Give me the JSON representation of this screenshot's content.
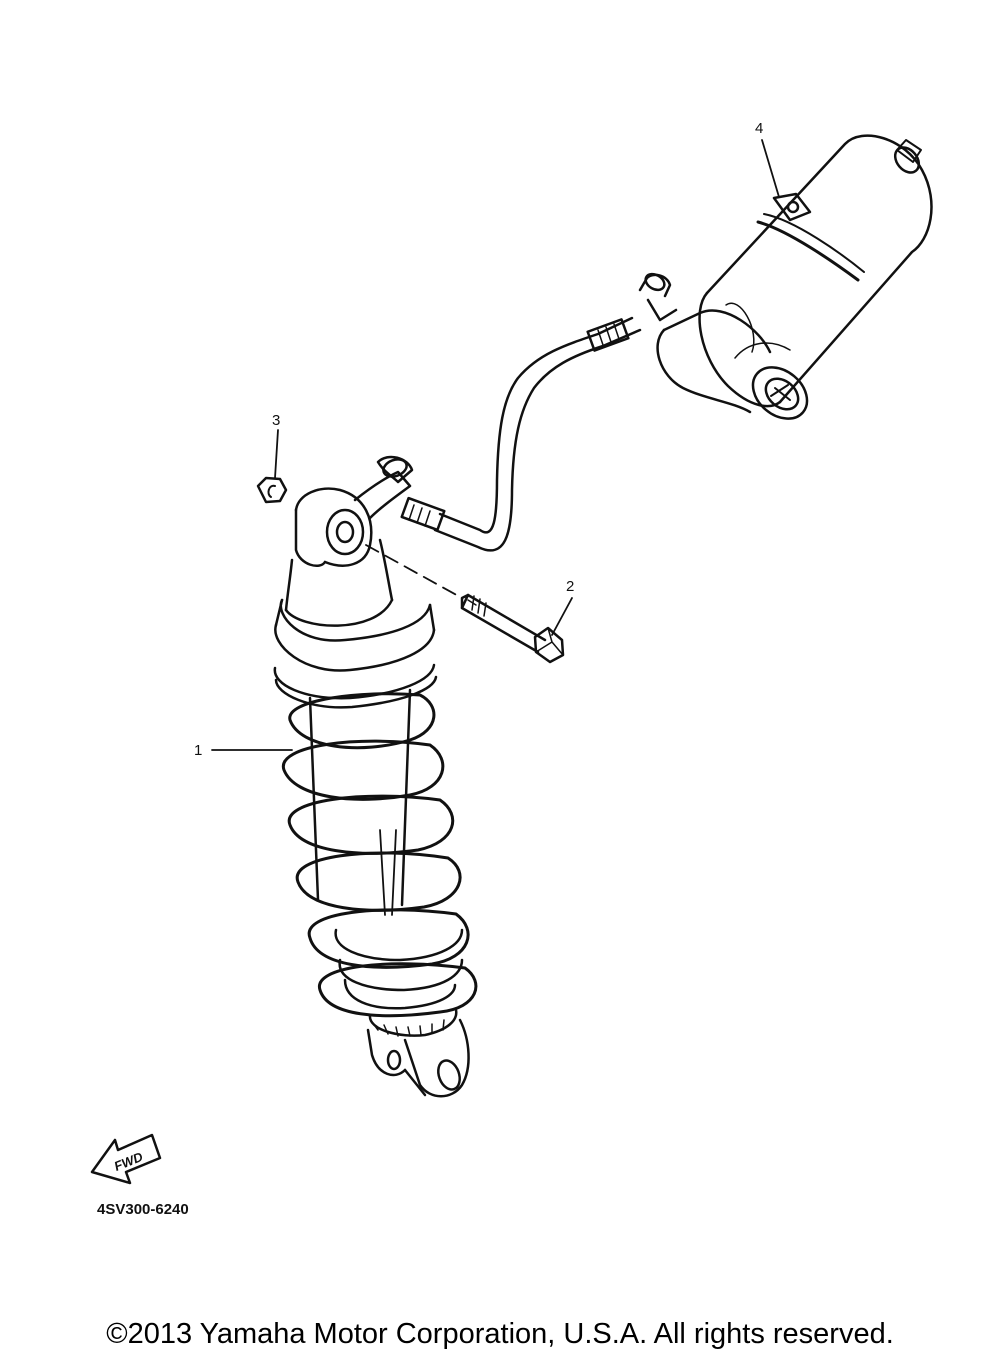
{
  "callouts": [
    {
      "number": "1",
      "part": "shock absorber assembly"
    },
    {
      "number": "2",
      "part": "bolt"
    },
    {
      "number": "3",
      "part": "nut"
    },
    {
      "number": "4",
      "part": "reservoir band"
    }
  ],
  "fwd_label": "FWD",
  "diagram_code": "4SV300-6240",
  "copyright": "©2013 Yamaha Motor Corporation, U.S.A. All rights reserved."
}
